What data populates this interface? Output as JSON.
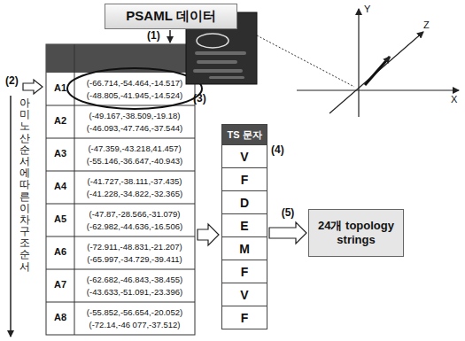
{
  "diagram": {
    "nodes": [
      {
        "text": [
          "PSAML 데이터"
        ]
      },
      {
        "text": [
          "TS 문자"
        ]
      },
      {
        "text": [
          "V"
        ],
        "in": 1
      },
      {
        "text": [
          "F"
        ],
        "in": 1
      },
      {
        "text": [
          "D"
        ],
        "in": 1
      },
      {
        "text": [
          "E"
        ],
        "in": 1
      },
      {
        "text": [
          "M"
        ],
        "in": 1
      },
      {
        "text": [
          "F"
        ],
        "in": 1
      },
      {
        "text": [
          "V"
        ],
        "in": 1
      },
      {
        "text": [
          "F"
        ],
        "in": 1
      },
      {
        "text": [
          "24개 topology strings"
        ]
      }
    ],
    "edges": [
      {
        "from": 1,
        "to": 10,
        "arrow": "to",
        "label": "(5)"
      }
    ],
    "labels": [
      "(1)",
      "(2)",
      "아미노산 순서에 따른 이차구조 순서",
      "A1",
      "(-66.714,-54.464,-14.517)",
      "(-48.805,-41.945,-14.524)",
      "A2",
      "(-49.167,-38.509,-19.18)",
      "(-46.093,-47.746,-37.544)",
      "A3",
      "(-47.359,-43.218,41.457)",
      "(-55.146,-36.647,-40.943)",
      "A4",
      "(-41.727,-38.111,-37.435)",
      "(-41.228,-34.822,-32.365)",
      "A5",
      "(-47.87,-28.566,-31.079)",
      "(-62.982,-44.636,-16.506)",
      "A6",
      "(-72.911,-48.831,-21.207)",
      "(-65.997,-34.729,-39.411)",
      "A7",
      "(-62.682,-46.843,-38.455)",
      "(-43.633,-51.091,-23.396)",
      "A8",
      "(-55.852,-56.654,-20.052)",
      "(-72.14,-46 077,-37.512)",
      "(3)",
      "Y",
      "Z",
      "X",
      "(4)"
    ]
  }
}
